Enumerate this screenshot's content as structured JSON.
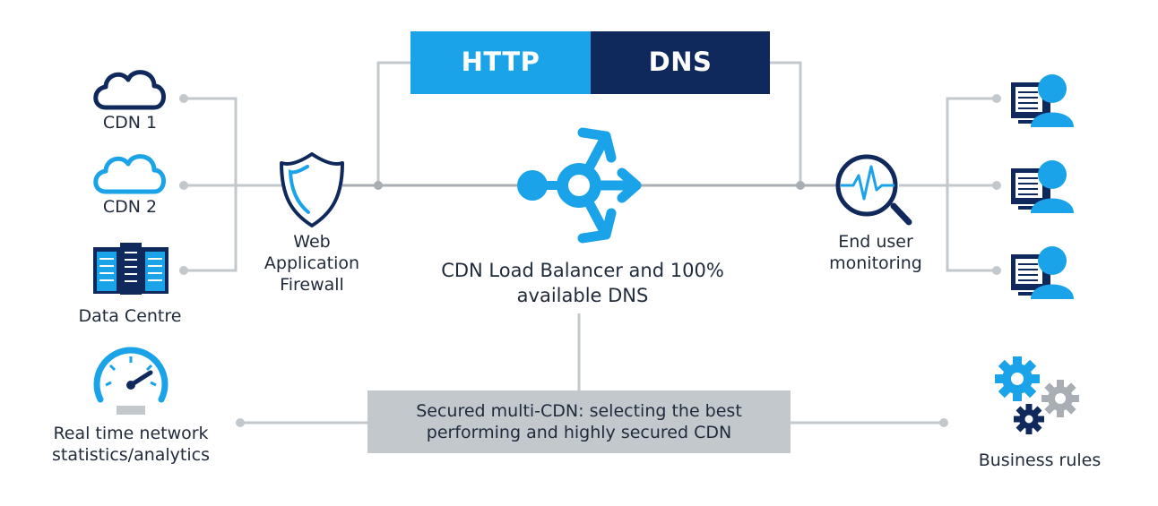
{
  "protocols": {
    "http_label": "HTTP",
    "dns_label": "DNS"
  },
  "sources": {
    "cdn1_label": "CDN 1",
    "cdn2_label": "CDN 2",
    "datacentre_label": "Data Centre"
  },
  "waf_label": "Web\nApplication\nFirewall",
  "load_balancer_label": "CDN Load Balancer and 100%\navailable DNS",
  "monitoring_label": "End user\nmonitoring",
  "analytics_label": "Real time network\nstatistics/analytics",
  "multi_cdn_label": "Secured multi-CDN: selecting the best\nperforming and highly secured CDN",
  "business_rules_label": "Business rules",
  "colors": {
    "light_blue": "#1aa3e8",
    "navy": "#10295c",
    "line_gray": "#c3c8cd",
    "text_dark": "#1f2a3a"
  }
}
